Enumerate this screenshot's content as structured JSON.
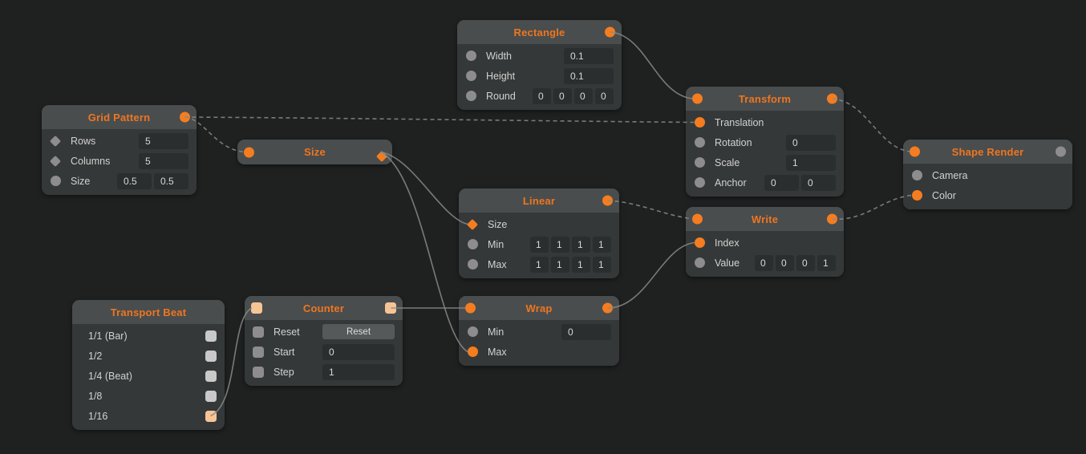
{
  "app": {
    "type": "node-graph-editor"
  },
  "colors": {
    "canvas_bg": "#1f2121",
    "node_body": "#353838",
    "node_header": "#4a4d4d",
    "accent_orange": "#f57d1f",
    "connected_trigger_peach": "#f7c496",
    "idle_port_gray": "#8d8d8d",
    "wire_gray": "#8a8a8a"
  },
  "nodes": [
    {
      "title": "Rectangle",
      "ports": [
        {
          "label": "Width",
          "values": [
            "0.1"
          ]
        },
        {
          "label": "Height",
          "values": [
            "0.1"
          ]
        },
        {
          "label": "Round",
          "values": [
            "0",
            "0",
            "0",
            "0"
          ]
        }
      ]
    },
    {
      "title": "Grid Pattern",
      "ports": [
        {
          "label": "Rows",
          "values": [
            "5"
          ]
        },
        {
          "label": "Columns",
          "values": [
            "5"
          ]
        },
        {
          "label": "Size",
          "values": [
            "0.5",
            "0.5"
          ]
        }
      ]
    },
    {
      "title": "Size",
      "ports": []
    },
    {
      "title": "Transform",
      "ports": [
        {
          "label": "Translation",
          "values": []
        },
        {
          "label": "Rotation",
          "values": [
            "0"
          ]
        },
        {
          "label": "Scale",
          "values": [
            "1"
          ]
        },
        {
          "label": "Anchor",
          "values": [
            "0",
            "0"
          ]
        }
      ]
    },
    {
      "title": "Shape Render",
      "ports": [
        {
          "label": "Camera",
          "values": []
        },
        {
          "label": "Color",
          "values": []
        }
      ]
    },
    {
      "title": "Linear",
      "ports": [
        {
          "label": "Size",
          "values": []
        },
        {
          "label": "Min",
          "values": [
            "1",
            "1",
            "1",
            "1"
          ]
        },
        {
          "label": "Max",
          "values": [
            "1",
            "1",
            "1",
            "1"
          ]
        }
      ]
    },
    {
      "title": "Write",
      "ports": [
        {
          "label": "Index",
          "values": []
        },
        {
          "label": "Value",
          "values": [
            "0",
            "0",
            "0",
            "1"
          ]
        }
      ]
    },
    {
      "title": "Wrap",
      "ports": [
        {
          "label": "Min",
          "values": [
            "0"
          ]
        },
        {
          "label": "Max",
          "values": []
        }
      ]
    },
    {
      "title": "Counter",
      "ports": [
        {
          "label": "Reset",
          "button": "Reset"
        },
        {
          "label": "Start",
          "values": [
            "0"
          ]
        },
        {
          "label": "Step",
          "values": [
            "1"
          ]
        }
      ]
    },
    {
      "title": "Transport Beat",
      "ports": [
        {
          "label": "1/1 (Bar)"
        },
        {
          "label": "1/2"
        },
        {
          "label": "1/4 (Beat)"
        },
        {
          "label": "1/8"
        },
        {
          "label": "1/16"
        }
      ]
    }
  ],
  "connections": [
    {
      "from": "Grid Pattern.output",
      "to": "Transform.Translation",
      "style": "dashed"
    },
    {
      "from": "Grid Pattern.output",
      "to": "Size.input",
      "style": "dashed"
    },
    {
      "from": "Rectangle.output",
      "to": "Transform.input",
      "style": "solid"
    },
    {
      "from": "Size.output",
      "to": "Linear.Size",
      "style": "solid"
    },
    {
      "from": "Size.output",
      "to": "Wrap.Max",
      "style": "solid"
    },
    {
      "from": "Transform.output",
      "to": "Shape Render.input",
      "style": "dashed"
    },
    {
      "from": "Linear.output",
      "to": "Write.input",
      "style": "dashed"
    },
    {
      "from": "Write.output",
      "to": "Shape Render.Color",
      "style": "dashed"
    },
    {
      "from": "Counter.output",
      "to": "Wrap.input",
      "style": "solid"
    },
    {
      "from": "Wrap.output",
      "to": "Write.Index",
      "style": "solid"
    },
    {
      "from": "Transport Beat.1/16",
      "to": "Counter.input",
      "style": "solid"
    }
  ]
}
